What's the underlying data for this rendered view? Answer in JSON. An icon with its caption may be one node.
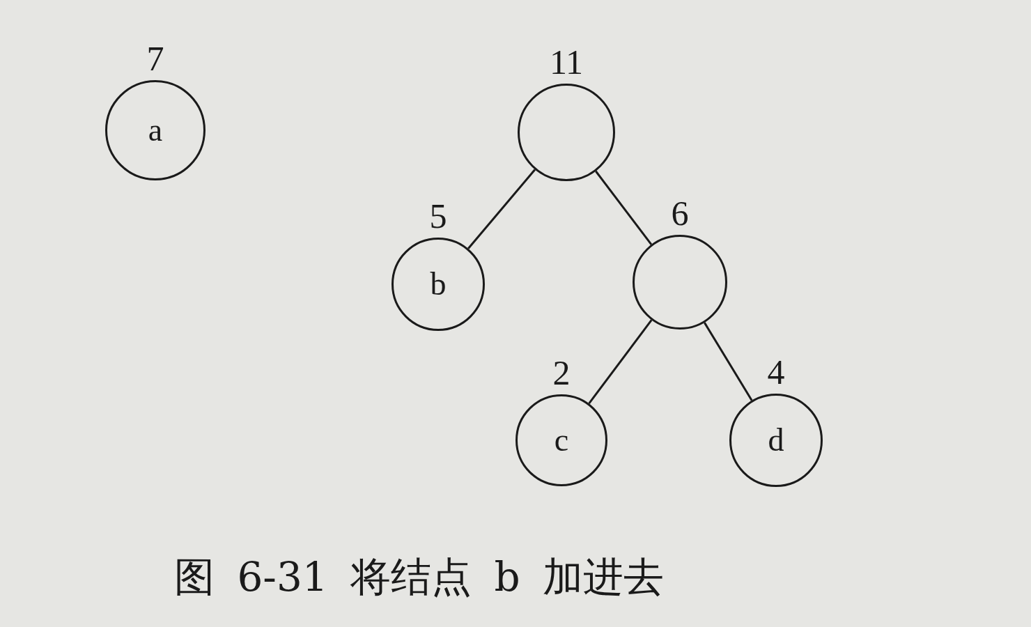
{
  "diagram": {
    "caption": "图 6-31 将结点 b 加进去",
    "nodes": [
      {
        "text": [
          "a"
        ],
        "beside": [
          "7"
        ]
      },
      {
        "text": [],
        "shape": "circle",
        "beside": [
          "11"
        ]
      },
      {
        "text": [
          "b"
        ],
        "beside": [
          "5"
        ]
      },
      {
        "text": [],
        "shape": "circle",
        "beside": [
          "6"
        ]
      },
      {
        "text": [
          "c"
        ],
        "beside": [
          "2"
        ]
      },
      {
        "text": [
          "d"
        ],
        "beside": [
          "4"
        ]
      }
    ],
    "edges": [
      {
        "from": 1,
        "to": 2,
        "arrow": "none"
      },
      {
        "from": 1,
        "to": 3,
        "arrow": "none"
      },
      {
        "from": 3,
        "to": 4,
        "arrow": "none"
      },
      {
        "from": 3,
        "to": 5,
        "arrow": "none"
      }
    ]
  }
}
